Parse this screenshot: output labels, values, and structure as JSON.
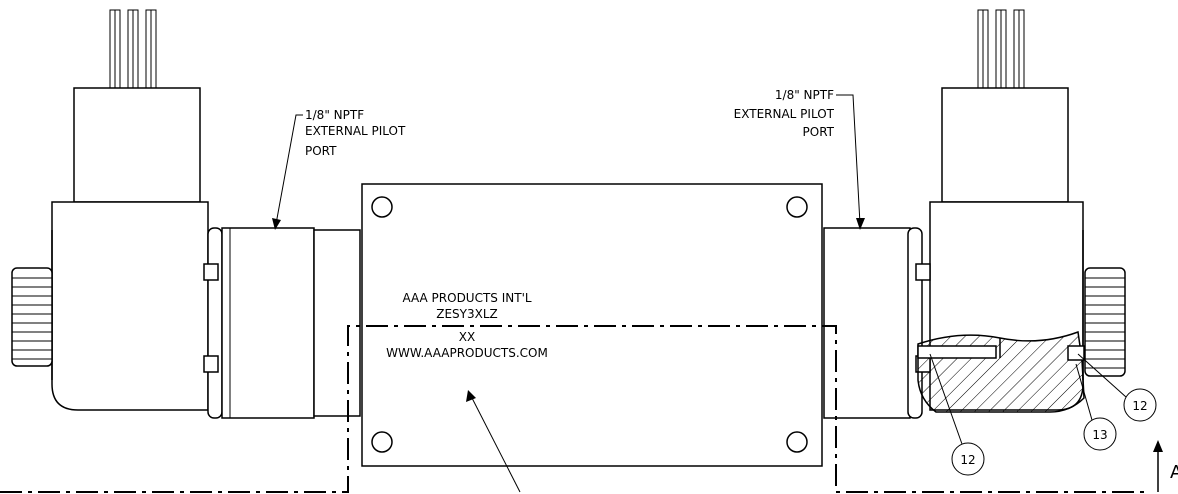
{
  "nameplate": {
    "line1": "AAA PRODUCTS INT'L",
    "line2": "ZESY3XLZ",
    "line3": "XX",
    "line4": "WWW.AAAPRODUCTS.COM"
  },
  "callouts": {
    "left_port": [
      "1/8\" NPTF",
      "EXTERNAL PILOT",
      "PORT"
    ],
    "right_port": [
      "1/8\" NPTF",
      "EXTERNAL PILOT",
      "PORT"
    ],
    "balloons": [
      "12",
      "13",
      "12"
    ]
  },
  "section_marker": "A"
}
